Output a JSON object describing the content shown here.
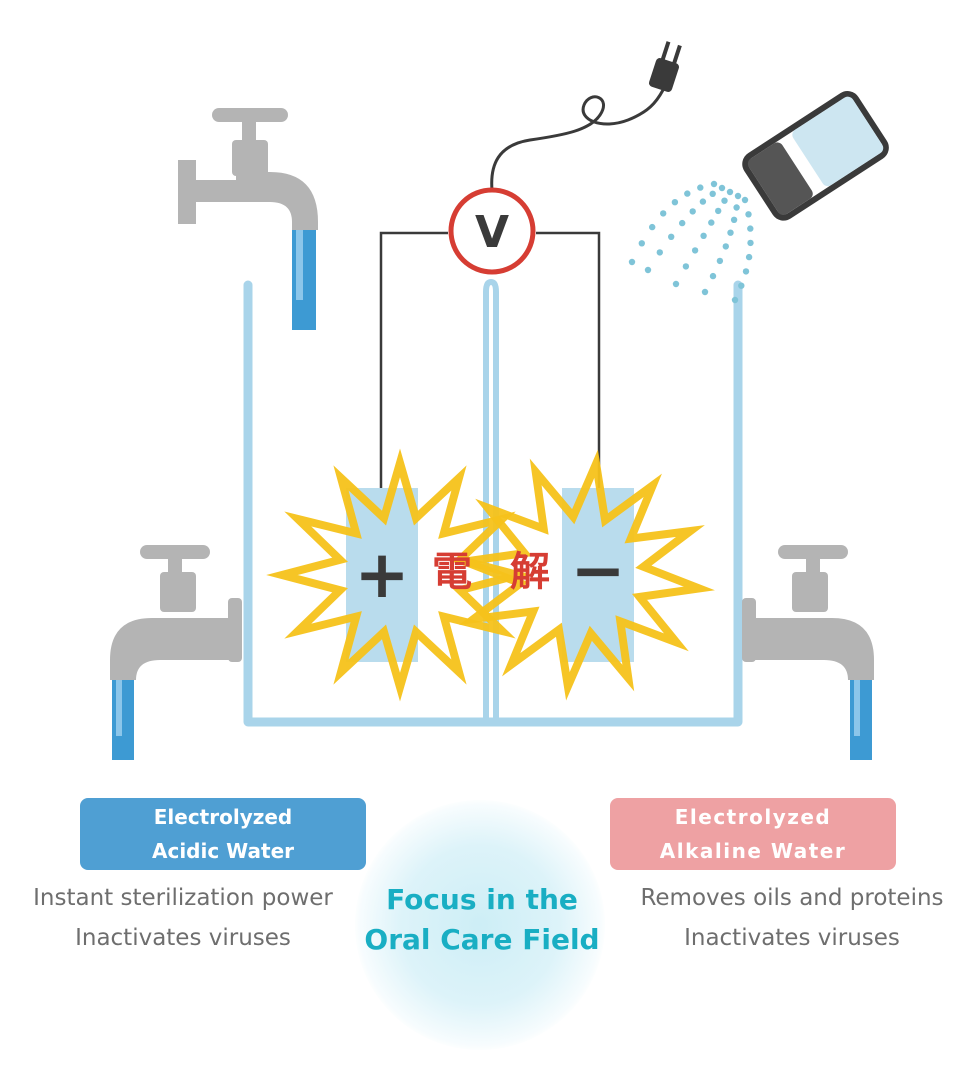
{
  "diagram": {
    "voltmeter_label": "V",
    "plus_symbol": "+",
    "minus_symbol": "−",
    "center_text_1": "電",
    "center_text_2": "解"
  },
  "acidic": {
    "title_line1": "Electrolyzed",
    "title_line2": "Acidic Water",
    "desc_line1": "Instant sterilization power",
    "desc_line2": "Inactivates viruses",
    "color": "#4f9fd3"
  },
  "alkaline": {
    "title_line1": "Electrolyzed",
    "title_line2": "Alkaline Water",
    "desc_line1": "Removes oils and proteins",
    "desc_line2": "Inactivates viruses",
    "color": "#eea1a3"
  },
  "focus": {
    "line1": "Focus in the",
    "line2": "Oral Care Field",
    "color": "#19aec3"
  },
  "colors": {
    "tank": "#a9d4ea",
    "faucet": "#b4b4b4",
    "water": "#3d9ad3",
    "spark": "#f5c21a",
    "electrode": "#b9dced",
    "wire": "#3a3a3a",
    "meter_ring": "#d63d33",
    "electrolysis_text": "#d63d33"
  }
}
